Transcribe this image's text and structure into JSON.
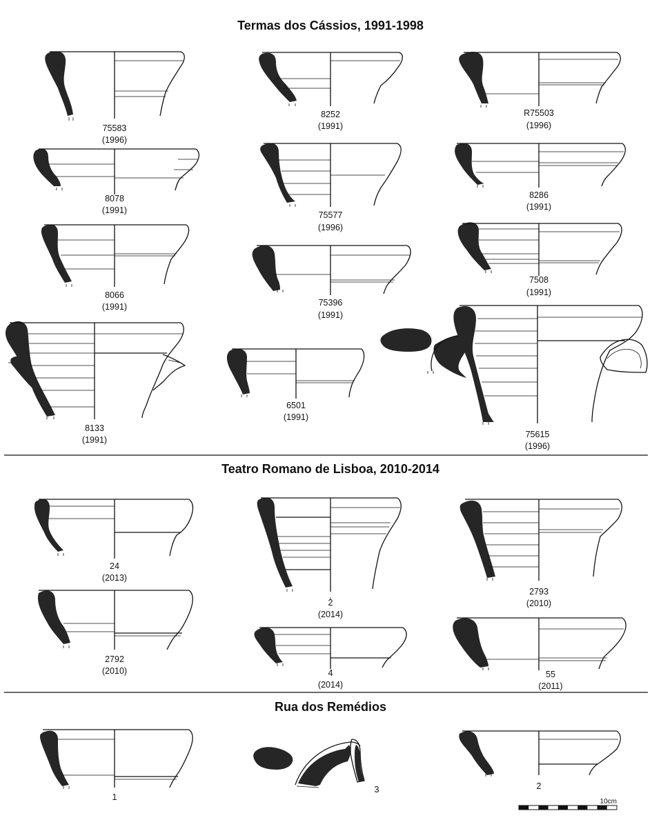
{
  "sections": [
    {
      "title": "Termas dos Cássios, 1991-1998",
      "items": [
        {
          "id": "75583",
          "year": "(1996)"
        },
        {
          "id": "8252",
          "year": "(1991)"
        },
        {
          "id": "R75503",
          "year": "(1996)"
        },
        {
          "id": "8078",
          "year": "(1991)"
        },
        {
          "id": "75577",
          "year": "(1996)"
        },
        {
          "id": "8286",
          "year": "(1991)"
        },
        {
          "id": "8066",
          "year": "(1991)"
        },
        {
          "id": "75396",
          "year": "(1991)"
        },
        {
          "id": "7508",
          "year": "(1991)"
        },
        {
          "id": "8133",
          "year": "(1991)"
        },
        {
          "id": "6501",
          "year": "(1991)"
        },
        {
          "id": "75615",
          "year": "(1996)"
        }
      ]
    },
    {
      "title": "Teatro Romano de Lisboa, 2010-2014",
      "items": [
        {
          "id": "24",
          "year": "(2013)"
        },
        {
          "id": "2",
          "year": "(2014)"
        },
        {
          "id": "2793",
          "year": "(2010)"
        },
        {
          "id": "2792",
          "year": "(2010)"
        },
        {
          "id": "4",
          "year": "(2014)"
        },
        {
          "id": "55",
          "year": "(2011)"
        }
      ]
    },
    {
      "title": "Rua dos Remédios",
      "items": [
        {
          "id": "1"
        },
        {
          "id": "3"
        },
        {
          "id": "2"
        }
      ]
    }
  ],
  "scale_bar": {
    "label": "10cm",
    "segments": 10
  },
  "colors": {
    "section_fill": "#262626",
    "line": "#111111",
    "background": "#ffffff"
  }
}
